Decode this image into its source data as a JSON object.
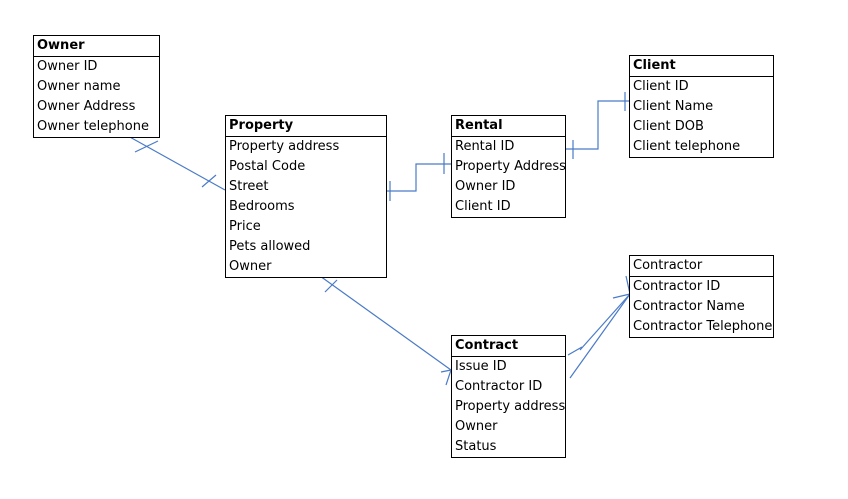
{
  "entities": {
    "owner": {
      "title": "Owner",
      "attributes": [
        "Owner ID",
        "Owner name",
        "Owner Address",
        "Owner telephone"
      ]
    },
    "property": {
      "title": "Property",
      "attributes": [
        "Property address",
        "Postal Code",
        "Street",
        "Bedrooms",
        "Price",
        "Pets allowed",
        "Owner"
      ]
    },
    "rental": {
      "title": "Rental",
      "attributes": [
        "Rental ID",
        "Property Address",
        "Owner ID",
        "Client ID"
      ]
    },
    "client": {
      "title": "Client",
      "attributes": [
        "Client ID",
        "Client Name",
        "Client DOB",
        "Client telephone"
      ]
    },
    "contractor": {
      "title": "Contractor",
      "attributes": [
        "Contractor ID",
        "Contractor Name",
        "Contractor Telephone"
      ]
    },
    "contract": {
      "title": "Contract",
      "attributes": [
        "Issue ID",
        "Contractor ID",
        "Property address",
        "Owner",
        "Status"
      ]
    }
  },
  "colors": {
    "relationship_line": "#4a7bc8",
    "border": "#000000"
  }
}
